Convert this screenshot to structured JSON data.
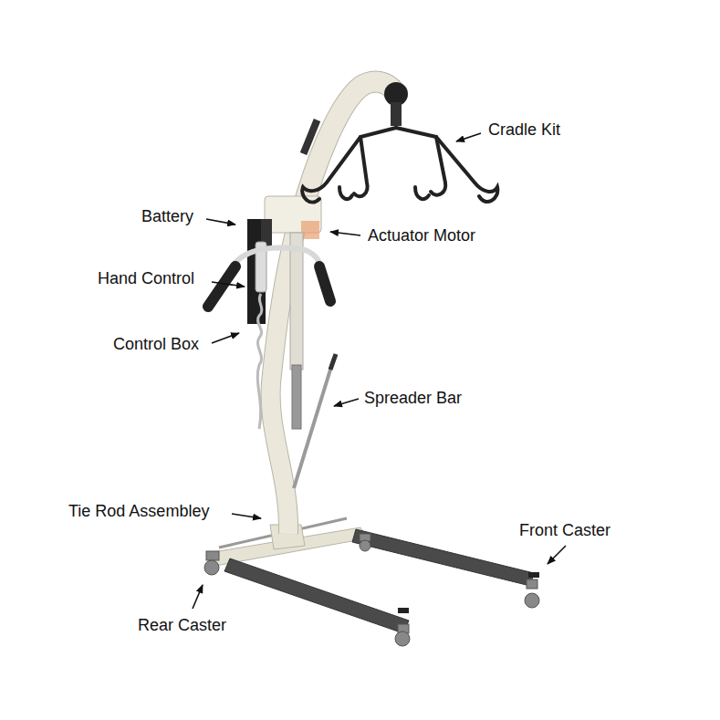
{
  "diagram": {
    "labels": [
      "Cradle Kit",
      "Battery",
      "Actuator Motor",
      "Hand Control",
      "Control Box",
      "Spreader Bar",
      "Tie Rod Assembley",
      "Front Caster",
      "Rear Caster"
    ]
  }
}
